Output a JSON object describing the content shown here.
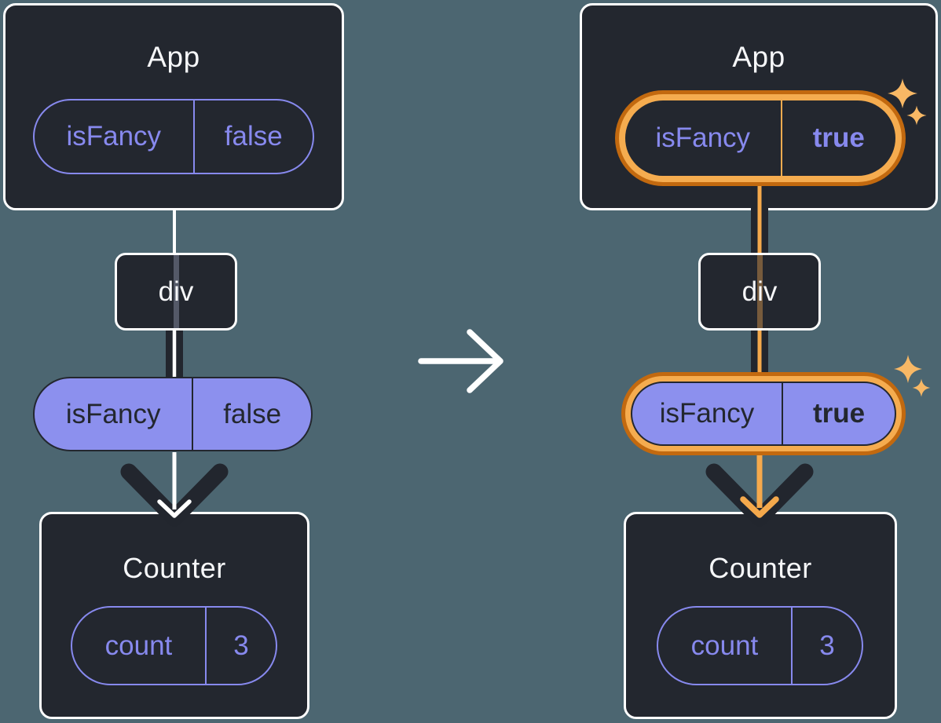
{
  "diagram": {
    "before": {
      "app": {
        "title": "App"
      },
      "app_state": {
        "key": "isFancy",
        "value": "false"
      },
      "div": {
        "label": "div"
      },
      "prop": {
        "key": "isFancy",
        "value": "false"
      },
      "counter": {
        "title": "Counter"
      },
      "counter_state": {
        "key": "count",
        "value": "3"
      }
    },
    "after": {
      "app": {
        "title": "App"
      },
      "app_state": {
        "key": "isFancy",
        "value": "true"
      },
      "div": {
        "label": "div"
      },
      "prop": {
        "key": "isFancy",
        "value": "true"
      },
      "counter": {
        "title": "Counter"
      },
      "counter_state": {
        "key": "count",
        "value": "3"
      }
    },
    "icons": {
      "transition": "right-arrow-icon",
      "highlight": "sparkles-icon"
    },
    "colors": {
      "background": "#4C6671",
      "box_fill": "#23272F",
      "box_border": "#FFFFFF",
      "purple": "#8789EE",
      "purple_fill": "#8C90EE",
      "dark_arrow": "#22262E",
      "orange_dark": "#C2690F",
      "orange_light": "#F5AC4F",
      "sparkle": "#F8B865",
      "white_line": "#FFFFFF"
    }
  }
}
